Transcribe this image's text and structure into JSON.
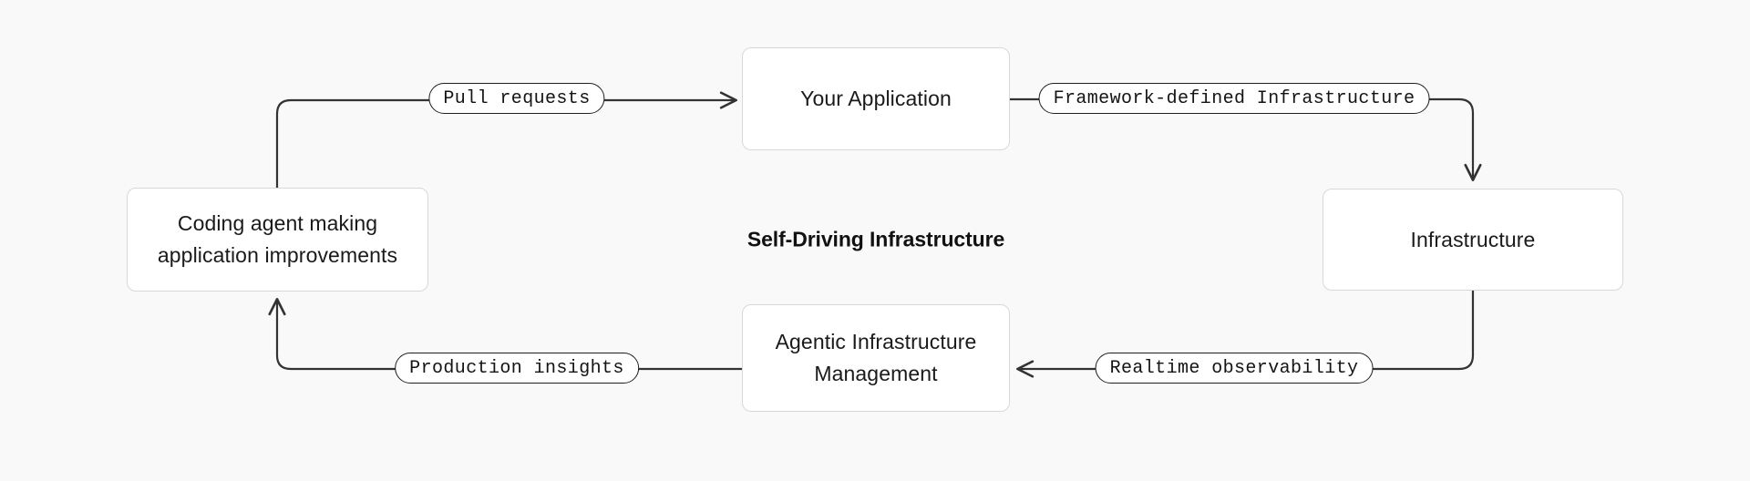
{
  "diagram": {
    "title": "Self-Driving Infrastructure",
    "background_color": "#f9f9f9",
    "node_fill": "#ffffff",
    "node_border_color": "#d8d8d8",
    "edge_color": "#333333",
    "label_border_color": "#1f1f1f",
    "nodes": [
      {
        "id": "your-application",
        "label": "Your Application"
      },
      {
        "id": "infrastructure",
        "label": "Infrastructure"
      },
      {
        "id": "agentic-management",
        "label": "Agentic Infrastructure\nManagement"
      },
      {
        "id": "coding-agent",
        "label": "Coding agent making\napplication improvements"
      }
    ],
    "edges": [
      {
        "id": "pull-requests",
        "label": "Pull requests",
        "from": "coding-agent",
        "to": "your-application",
        "arrow": "right"
      },
      {
        "id": "framework-defined-infrastructure",
        "label": "Framework-defined Infrastructure",
        "from": "your-application",
        "to": "infrastructure",
        "arrow": "down"
      },
      {
        "id": "realtime-observability",
        "label": "Realtime observability",
        "from": "infrastructure",
        "to": "agentic-management",
        "arrow": "left"
      },
      {
        "id": "production-insights",
        "label": "Production insights",
        "from": "agentic-management",
        "to": "coding-agent",
        "arrow": "up"
      }
    ]
  }
}
